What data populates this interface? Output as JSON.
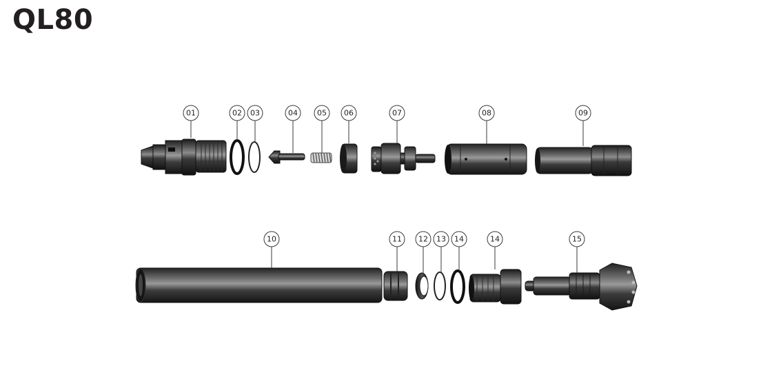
{
  "title": "QL80",
  "colors": {
    "part_dark": "#1f1f1f",
    "part_mid": "#4a4a4a",
    "part_light": "#8a8a8a",
    "callout_stroke": "#3a3a3a"
  },
  "parts": [
    {
      "id": "p01",
      "label": "01",
      "kind": "top-sub"
    },
    {
      "id": "p02",
      "label": "02",
      "kind": "o-ring-thick"
    },
    {
      "id": "p03",
      "label": "03",
      "kind": "o-ring-thin"
    },
    {
      "id": "p04",
      "label": "04",
      "kind": "check-valve"
    },
    {
      "id": "p05",
      "label": "05",
      "kind": "spring"
    },
    {
      "id": "p06",
      "label": "06",
      "kind": "valve-seat"
    },
    {
      "id": "p07",
      "label": "07",
      "kind": "air-distributor"
    },
    {
      "id": "p08",
      "label": "08",
      "kind": "inner-cylinder"
    },
    {
      "id": "p09",
      "label": "09",
      "kind": "piston"
    },
    {
      "id": "p10",
      "label": "10",
      "kind": "outer-casing"
    },
    {
      "id": "p11",
      "label": "11",
      "kind": "guide-sleeve"
    },
    {
      "id": "p12",
      "label": "12",
      "kind": "retaining-ring"
    },
    {
      "id": "p13",
      "label": "13",
      "kind": "o-ring-thin"
    },
    {
      "id": "p14a",
      "label": "14",
      "kind": "o-ring-thick"
    },
    {
      "id": "p14b",
      "label": "14",
      "kind": "chuck"
    },
    {
      "id": "p15",
      "label": "15",
      "kind": "drill-bit"
    }
  ]
}
